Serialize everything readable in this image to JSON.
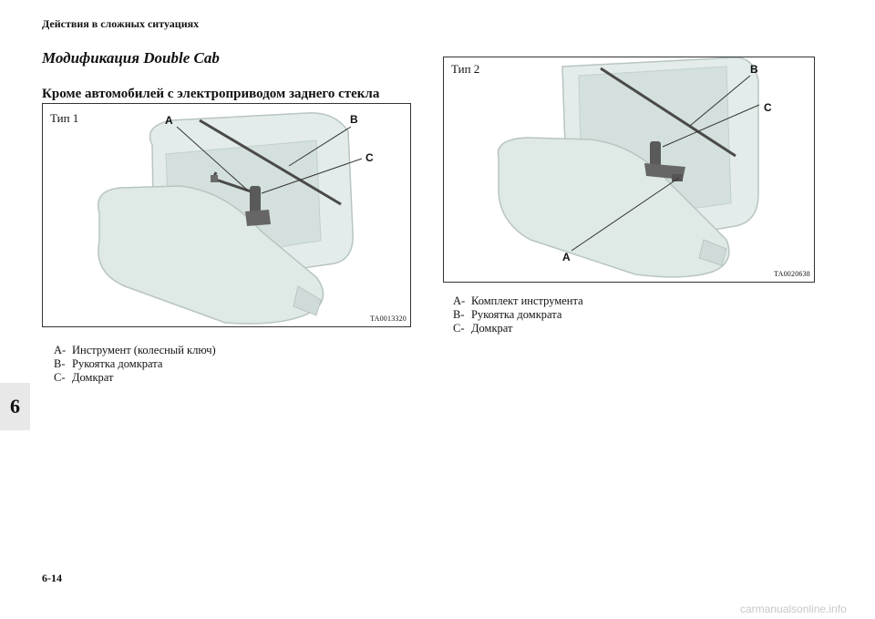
{
  "header": {
    "section_title": "Действия в сложных ситуациях"
  },
  "title": "Модификация Double Cab",
  "subtitle": "Кроме автомобилей с электроприводом заднего стекла",
  "figure1": {
    "type_label": "Тип 1",
    "code": "TA0013320",
    "callouts": {
      "a": "A",
      "b": "B",
      "c": "C"
    },
    "legend": [
      {
        "key": "A-",
        "text": "Инструмент (колесный ключ)"
      },
      {
        "key": "B-",
        "text": "Рукоятка домкрата"
      },
      {
        "key": "C-",
        "text": "Домкрат"
      }
    ]
  },
  "figure2": {
    "type_label": "Тип 2",
    "code": "TA0020638",
    "callouts": {
      "a": "A",
      "b": "B",
      "c": "C"
    },
    "legend": [
      {
        "key": "A-",
        "text": "Комплект инструмента"
      },
      {
        "key": "B-",
        "text": "Рукоятка домкрата"
      },
      {
        "key": "C-",
        "text": "Домкрат"
      }
    ]
  },
  "chapter_tab": "6",
  "footer": {
    "page_number": "6-14"
  },
  "watermark": "carmanualsonline.info"
}
